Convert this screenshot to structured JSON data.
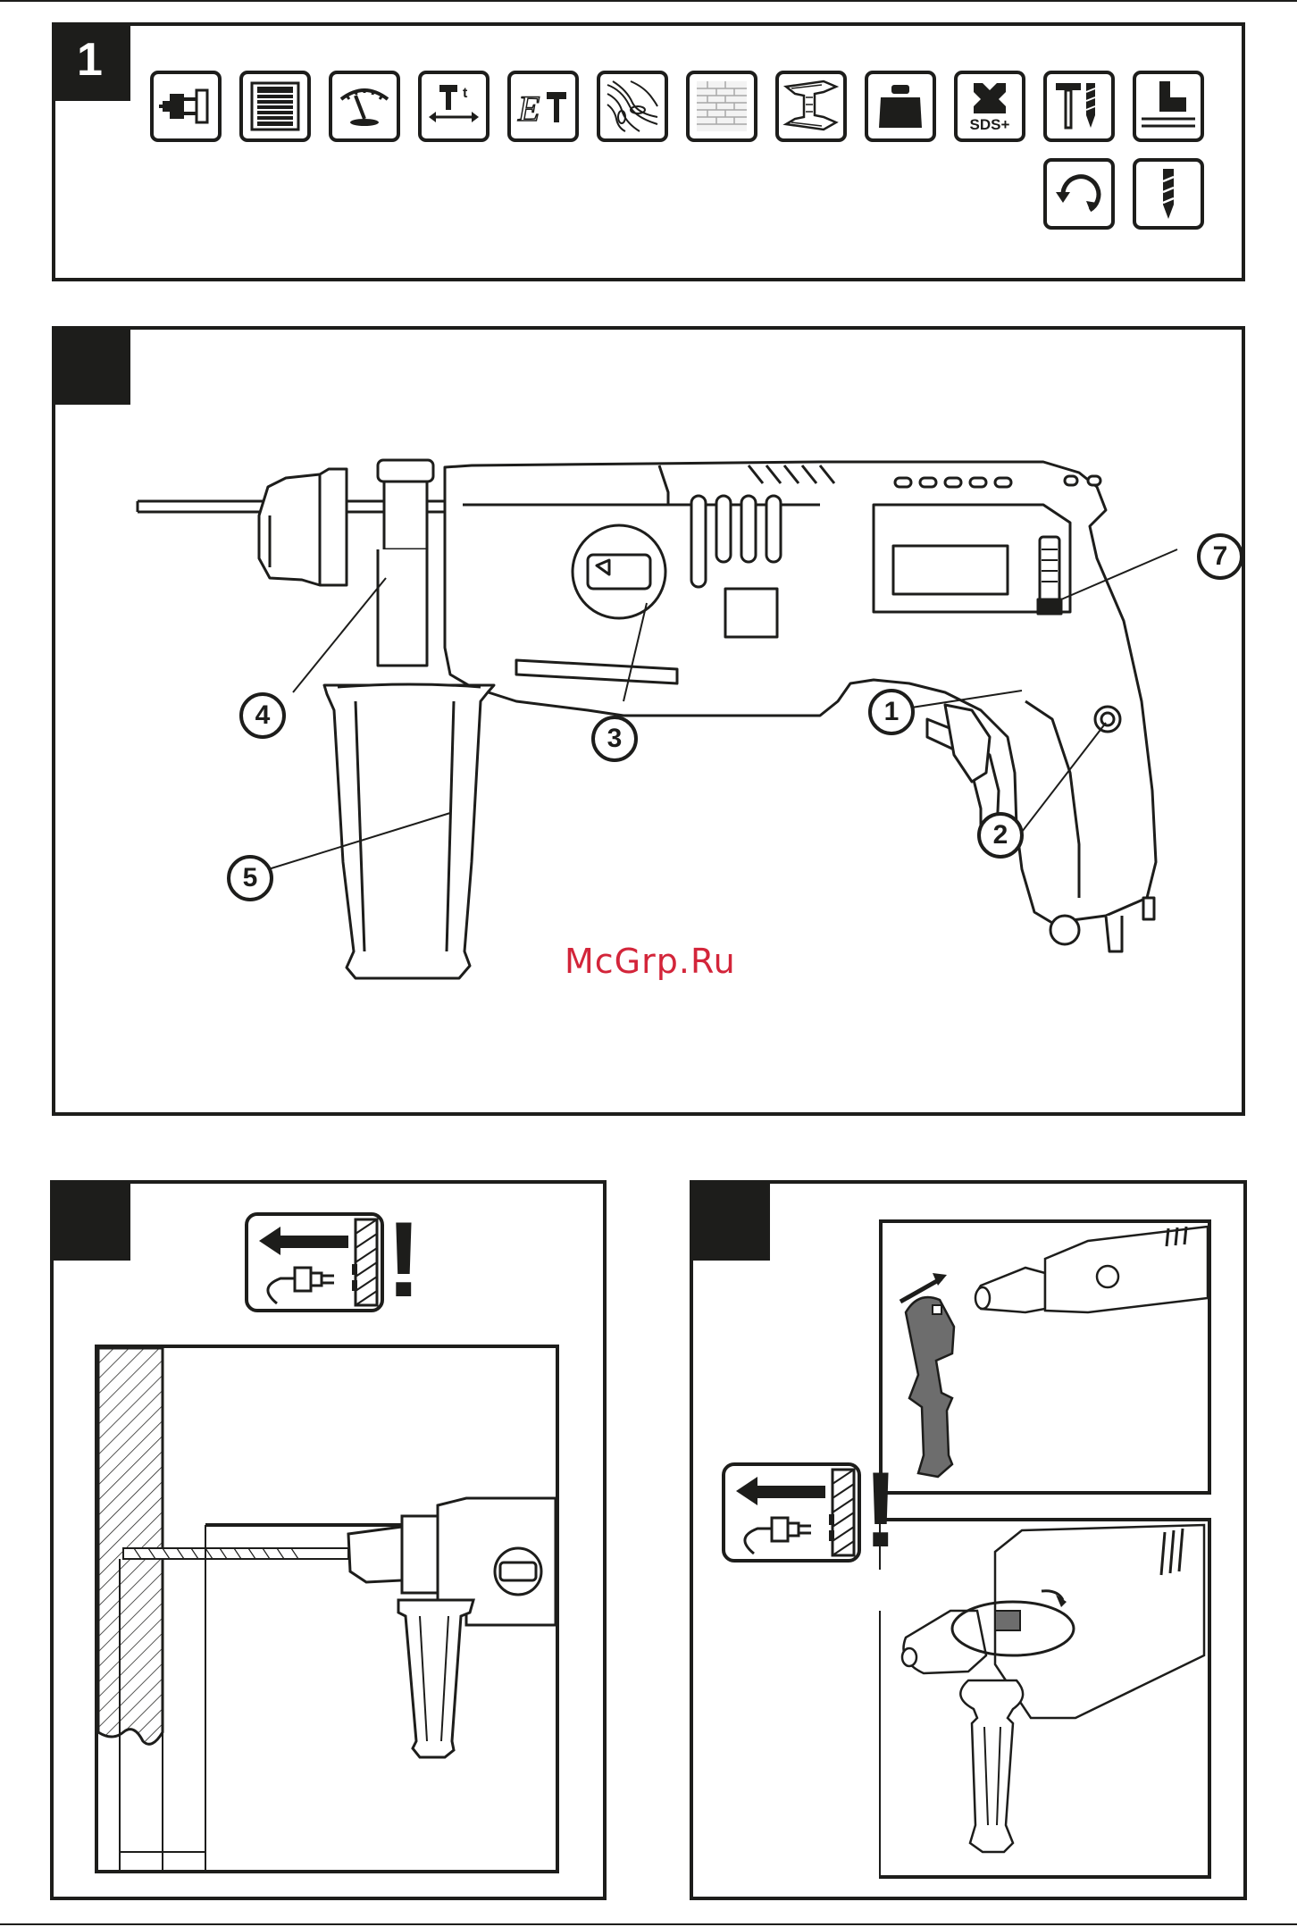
{
  "figure1": {
    "tab_number": "1",
    "icons": [
      {
        "name": "plug-icon"
      },
      {
        "name": "motor-icon"
      },
      {
        "name": "gauge-icon"
      },
      {
        "name": "hammer-stroke-icon"
      },
      {
        "name": "impact-energy-icon"
      },
      {
        "name": "wood-icon"
      },
      {
        "name": "brick-icon"
      },
      {
        "name": "steel-beam-icon"
      },
      {
        "name": "weight-icon"
      },
      {
        "name": "sds-plus-icon",
        "label": "SDS+"
      },
      {
        "name": "hammer-drill-icon"
      },
      {
        "name": "depth-stop-icon"
      },
      {
        "name": "rotation-icon"
      },
      {
        "name": "drill-bit-icon"
      }
    ]
  },
  "figure2": {
    "tab_number": "",
    "callouts": [
      "1",
      "2",
      "3",
      "4",
      "5",
      "7"
    ]
  },
  "figure3": {
    "tab_number": "",
    "warning_mark": "!"
  },
  "figure4": {
    "tab_number": "",
    "warning_mark": "!"
  },
  "watermark": "McGrp.Ru"
}
